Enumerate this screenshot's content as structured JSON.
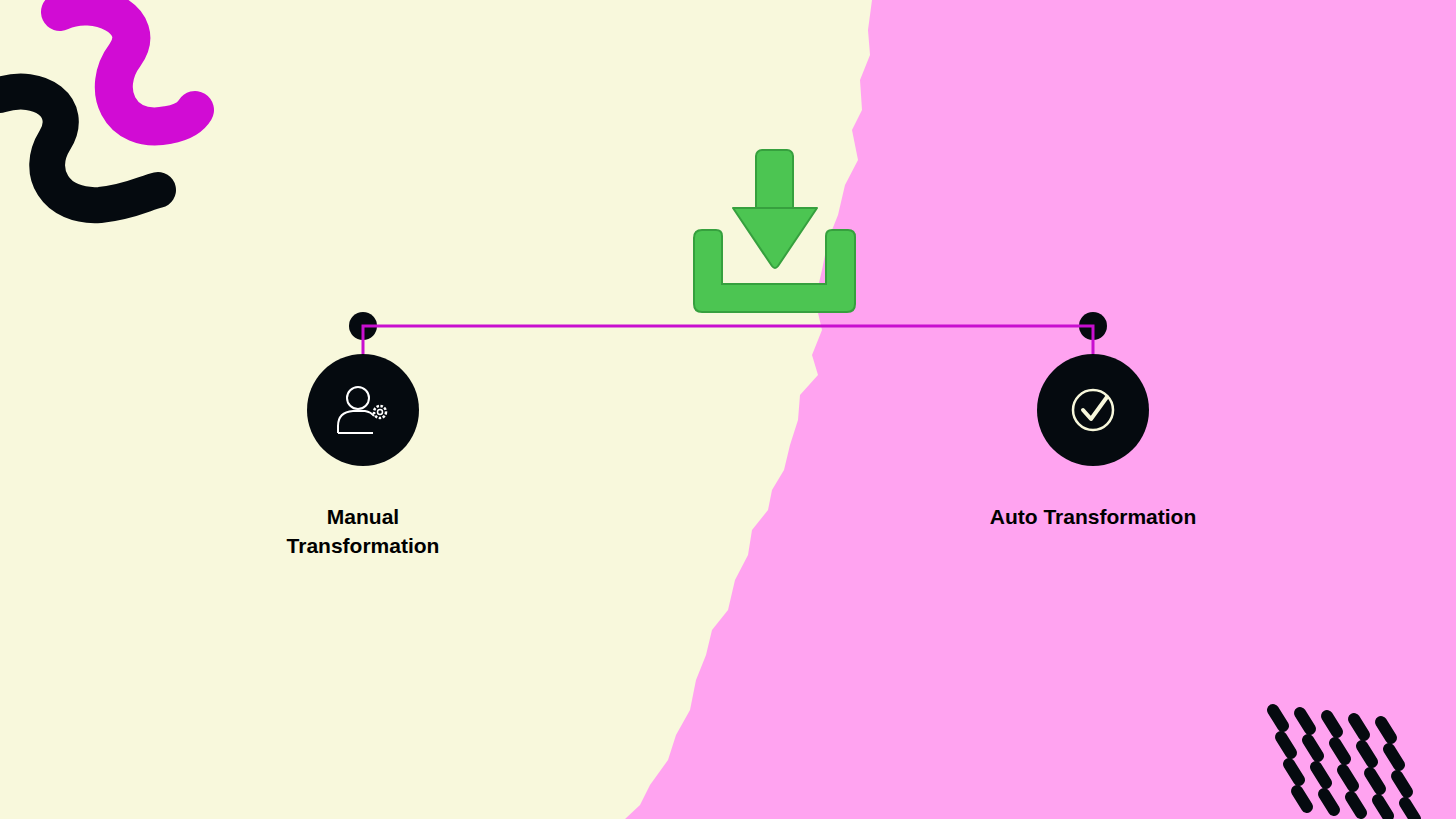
{
  "diagram": {
    "nodes": [
      {
        "text": [
          "Manual Transformation"
        ]
      },
      {
        "text": [
          "Auto Transformation"
        ]
      }
    ],
    "edges": [
      {
        "from": 0,
        "to": 1,
        "arrow": "none"
      }
    ]
  }
}
